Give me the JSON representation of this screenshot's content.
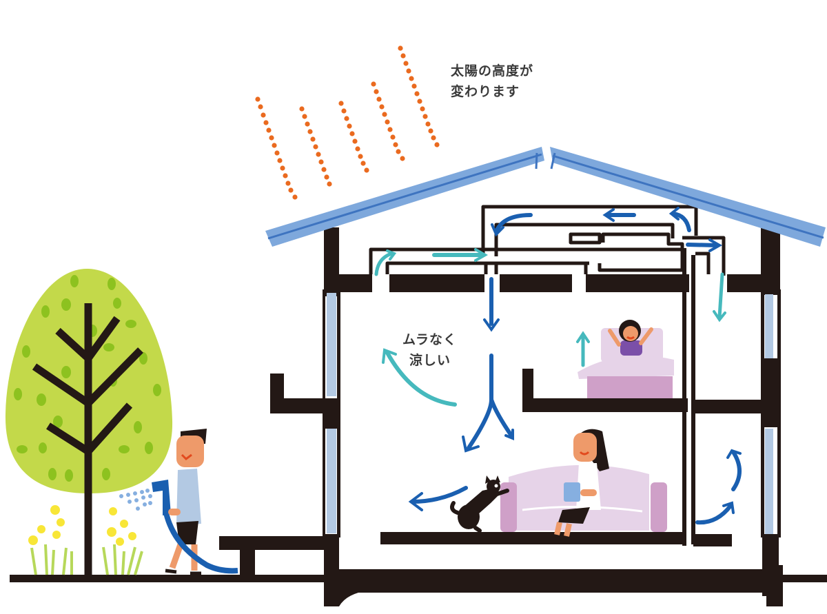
{
  "annotations": {
    "sun_angle": {
      "lines": [
        "太陽の高度が",
        "変わります"
      ]
    },
    "even_cooling": {
      "lines": [
        "ムラなく",
        "涼しい"
      ]
    }
  },
  "colors": {
    "sun_ray": "#ea6a1f",
    "roof": "#7ea8dc",
    "roof_line": "#3e74c0",
    "structure": "#231815",
    "window_glass": "#b3c9e3",
    "air_cool": "#46b9bd",
    "air_blue": "#1a5fb0",
    "tree_foliage": "#c3d94a",
    "tree_leaf": "#8dc21f",
    "flower": "#f8e637",
    "bed_sofa": "#e6d3e8",
    "bed_sofa_dark": "#cfa0c8",
    "skin": "#ee9a6a"
  },
  "scene": {
    "elements": [
      "sun-rays",
      "house-cross-section",
      "roof",
      "attic-ducts",
      "second-floor-bedroom",
      "first-floor-living-room",
      "tree",
      "flowers",
      "man-watering",
      "girl-in-bed",
      "woman-on-sofa",
      "cat"
    ]
  }
}
